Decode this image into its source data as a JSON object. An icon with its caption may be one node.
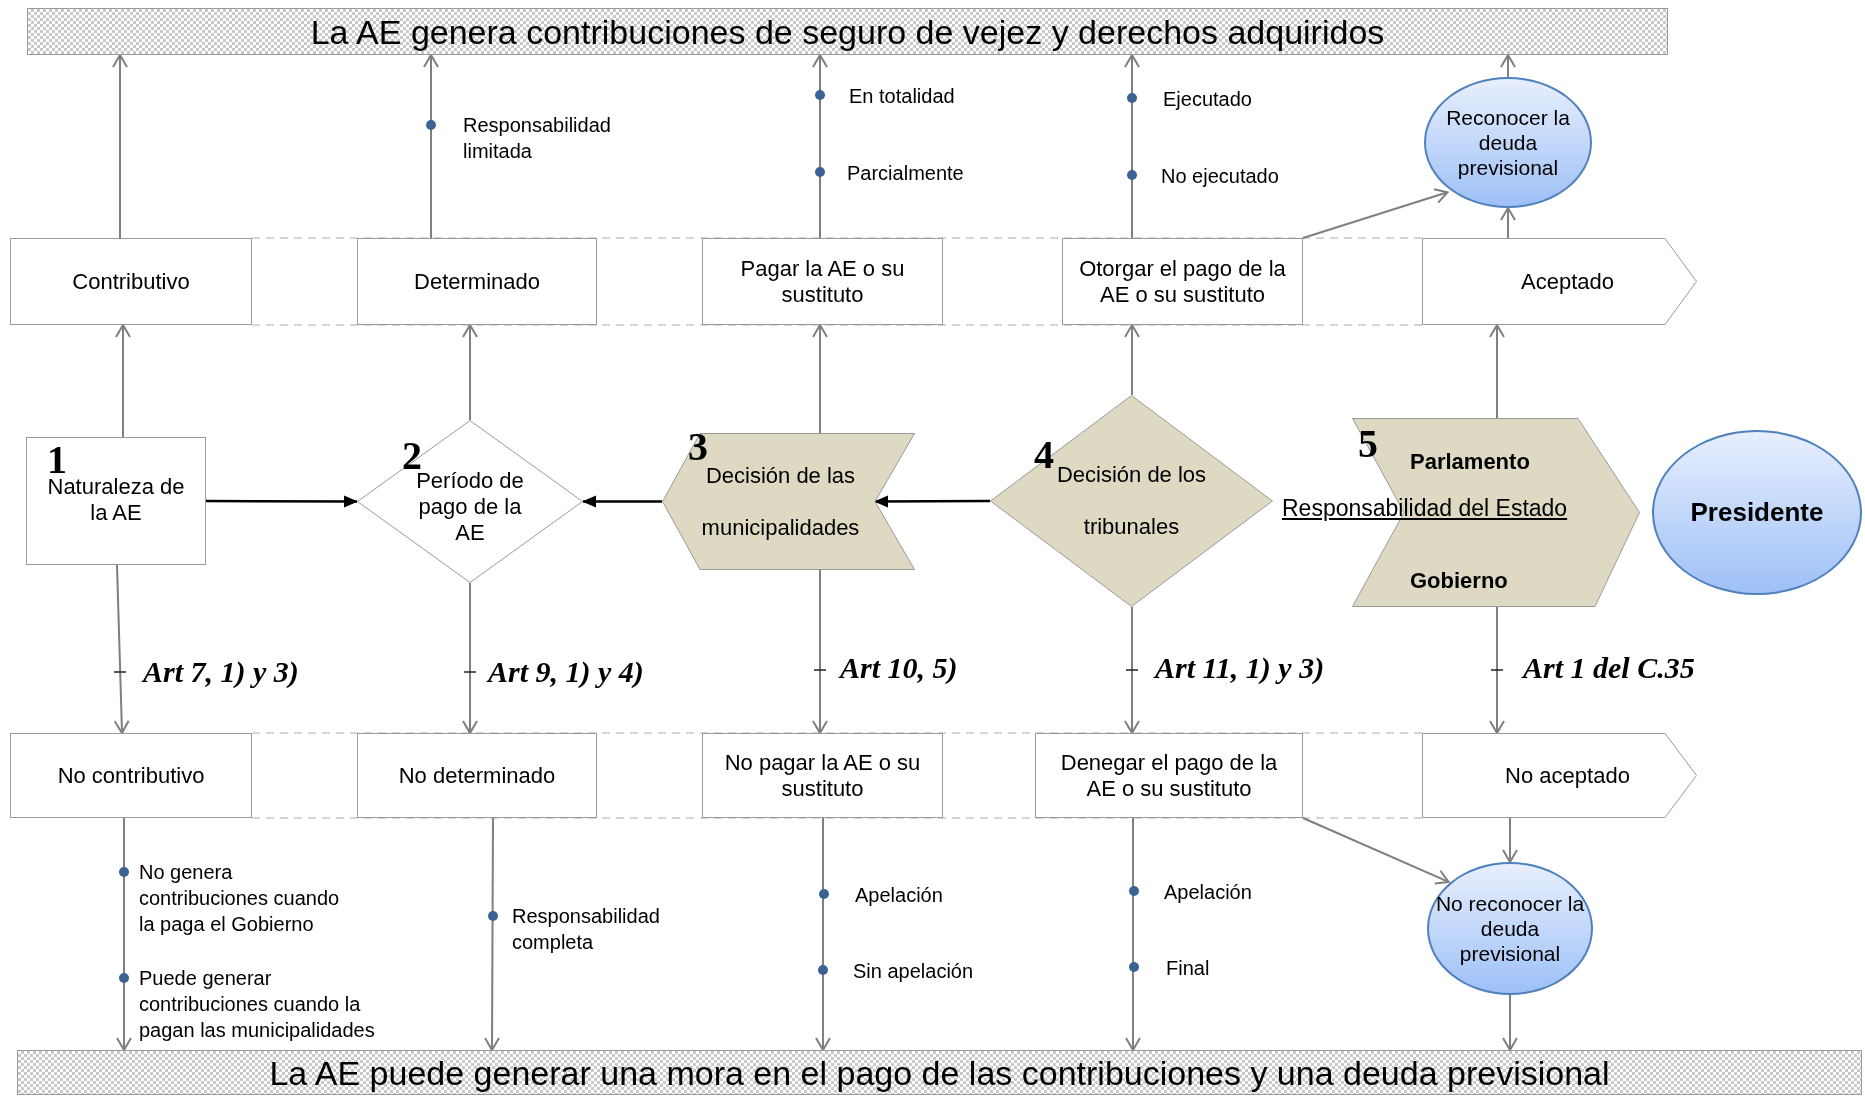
{
  "diagram": {
    "nodes": [
      {
        "text": [
          "La AE genera contribuciones de seguro de vejez y derechos adquiridos"
        ]
      },
      {
        "text": [
          "Contributivo"
        ]
      },
      {
        "text": [
          "Determinado"
        ]
      },
      {
        "text": [
          "Pagar la AE o su sustituto"
        ]
      },
      {
        "text": [
          "Otorgar el pago de la AE o su sustituto"
        ]
      },
      {
        "text": [
          "Aceptado"
        ]
      },
      {
        "text": [
          "Reconocer la deuda previsional"
        ]
      },
      {
        "text": [
          "1",
          "Naturaleza de la AE"
        ]
      },
      {
        "text": [
          "2",
          "Período de pago de la AE"
        ]
      },
      {
        "text": [
          "3",
          "Decisión de las municipalidades"
        ]
      },
      {
        "text": [
          "4",
          "Decisión de los tribunales"
        ]
      },
      {
        "text": [
          "5",
          "Parlamento",
          "Responsabilidad del Estado",
          "Gobierno"
        ]
      },
      {
        "text": [
          "Presidente"
        ]
      },
      {
        "text": [
          "No contributivo"
        ]
      },
      {
        "text": [
          "No determinado"
        ]
      },
      {
        "text": [
          "No pagar la AE o su sustituto"
        ]
      },
      {
        "text": [
          "Denegar el pago de la AE o su sustituto"
        ]
      },
      {
        "text": [
          "No aceptado"
        ]
      },
      {
        "text": [
          "No reconocer la deuda previsional"
        ]
      },
      {
        "text": [
          "La AE puede generar una mora en el pago de las contribuciones y una deuda previsional"
        ]
      }
    ],
    "edges": [
      {
        "from": 1,
        "to": 0,
        "arrow": "to"
      },
      {
        "from": 7,
        "to": 1,
        "arrow": "to"
      },
      {
        "from": 7,
        "to": 13,
        "arrow": "to"
      },
      {
        "from": 13,
        "to": 19,
        "arrow": "to"
      },
      {
        "from": 2,
        "to": 0,
        "arrow": "to"
      },
      {
        "from": 8,
        "to": 2,
        "arrow": "to"
      },
      {
        "from": 8,
        "to": 14,
        "arrow": "to"
      },
      {
        "from": 14,
        "to": 19,
        "arrow": "to"
      },
      {
        "from": 3,
        "to": 0,
        "arrow": "to"
      },
      {
        "from": 9,
        "to": 3,
        "arrow": "to"
      },
      {
        "from": 9,
        "to": 15,
        "arrow": "to"
      },
      {
        "from": 15,
        "to": 19,
        "arrow": "to"
      },
      {
        "from": 4,
        "to": 0,
        "arrow": "to"
      },
      {
        "from": 10,
        "to": 4,
        "arrow": "to"
      },
      {
        "from": 10,
        "to": 16,
        "arrow": "to"
      },
      {
        "from": 16,
        "to": 19,
        "arrow": "to"
      },
      {
        "from": 4,
        "to": 6,
        "arrow": "to"
      },
      {
        "from": 5,
        "to": 6,
        "arrow": "to"
      },
      {
        "from": 6,
        "to": 0,
        "arrow": "to"
      },
      {
        "from": 11,
        "to": 5,
        "arrow": "to"
      },
      {
        "from": 11,
        "to": 17,
        "arrow": "to"
      },
      {
        "from": 17,
        "to": 18,
        "arrow": "to"
      },
      {
        "from": 16,
        "to": 18,
        "arrow": "to"
      },
      {
        "from": 18,
        "to": 19,
        "arrow": "to"
      },
      {
        "from": 7,
        "to": 8,
        "arrow": "to",
        "color": "#000000"
      },
      {
        "from": 9,
        "to": 8,
        "arrow": "to",
        "color": "#000000"
      },
      {
        "from": 10,
        "to": 9,
        "arrow": "to",
        "color": "#000000"
      }
    ],
    "labels": [
      "Responsabilidad limitada",
      "En totalidad",
      "Parcialmente",
      "Ejecutado",
      "No ejecutado",
      "Art 7, 1) y 3)",
      "Art 9, 1) y 4)",
      "Art 10, 5)",
      "Art 11, 1) y 3)",
      "Art 1 del C.35",
      "No genera contribuciones cuando la paga el Gobierno",
      "Puede generar contribuciones cuando la pagan las municipalidades",
      "Responsabilidad completa",
      "Apelación",
      "Sin apelación",
      "Apelación",
      "Final"
    ]
  }
}
